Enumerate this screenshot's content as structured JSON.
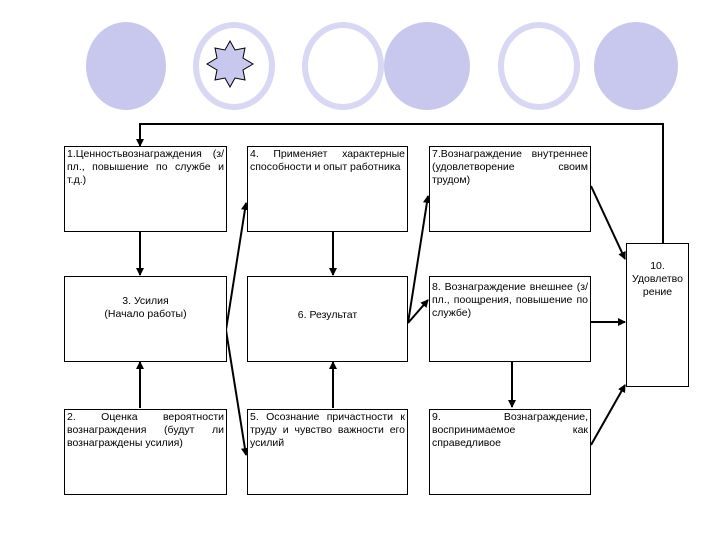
{
  "colors": {
    "circle_fill": "#c8c8ee",
    "circle_ring": "#d8d8f4",
    "star_fill": "#c8c8ee",
    "lines": "#000000"
  },
  "boxes": {
    "b1": "1.Ценностьвознаграждения (з/пл., повышение по службе и т.д.)",
    "b2": "2. Оценка вероятности вознаграждения (будут ли вознаграждены усилия)",
    "b3_line1": "3. Усилия",
    "b3_line2": "(Начало работы)",
    "b4": "4. Применяет характерные способности и опыт работника",
    "b5": "5. Осознание причастности к труду и чувство важности его усилий",
    "b6": "6. Результат",
    "b7": "7.Вознаграждение внутреннее (удовлетворение своим трудом)",
    "b8": "8. Вознаграждение внешнее (з/пл., поощрения, повышение по службе)",
    "b9": "9. Вознаграждение, воспринимаемое как справедливое",
    "b10_num": "10.",
    "b10_line1": "Удовлетво",
    "b10_line2": "рение"
  }
}
